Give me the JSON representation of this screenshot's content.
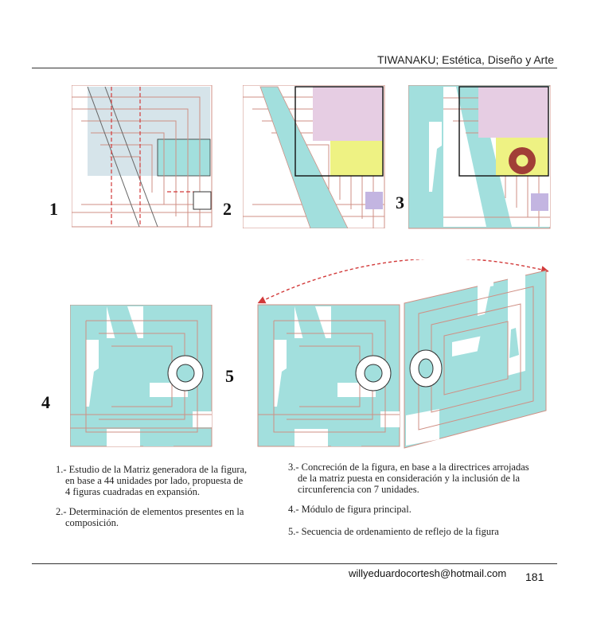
{
  "header": {
    "title": "TIWANAKU; Estética, Diseño y Arte"
  },
  "figure_labels": [
    "1",
    "2",
    "3",
    "4",
    "5"
  ],
  "colors": {
    "cyan": "#a2dfdd",
    "pink": "#e6cde3",
    "yellow": "#eef283",
    "purple": "#c3b5e1",
    "lightblue": "#d6e4ea",
    "line": "#cf8f84",
    "red_dashed": "#d23a3a",
    "ring_brown": "#a13f37"
  },
  "captions": {
    "c1": {
      "lines": [
        "1.-  Estudio de la Matriz generadora de la figura,",
        "en base a 44 unidades por lado, propuesta de",
        "4 figuras cuadradas en expansión."
      ]
    },
    "c2": {
      "lines": [
        "2.- Determinación de elementos presentes en la",
        "composición."
      ]
    },
    "c3": {
      "lines": [
        "3.-  Concreción de la figura, en base a la directrices arrojadas",
        "de la matriz puesta en consideración y la inclusión de la",
        "circunferencia con 7 unidades."
      ]
    },
    "c4": {
      "lines": [
        "4.- Módulo de figura principal."
      ]
    },
    "c5": {
      "lines": [
        "5.- Secuencia de ordenamiento de reflejo de la figura"
      ]
    }
  },
  "footer": {
    "email": "willyeduardocortesh@hotmail.com",
    "page_number": "181"
  }
}
